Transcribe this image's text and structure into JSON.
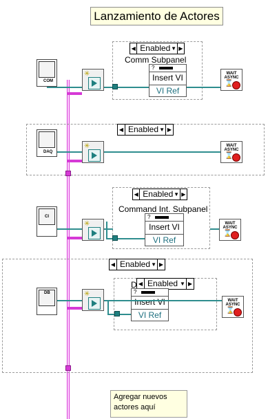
{
  "diagram": {
    "title": "Lanzamiento de Actores",
    "case_selector_value": "Enabled",
    "invoke_node": {
      "method": "Insert VI",
      "ref": "VI Ref"
    },
    "wait_async_label": "WAIT ASYNC",
    "actors": [
      {
        "icon_label": "COM",
        "subpanel_label": "Comm Subpanel"
      },
      {
        "icon_label": "DAQ"
      },
      {
        "icon_label": "CI",
        "subpanel_label": "Command Int. Subpanel"
      },
      {
        "icon_label": "DB",
        "subpanel_label": "D"
      }
    ],
    "note": "Agregar nuevos actores aquí"
  },
  "colors": {
    "error_wire": "#d63ad6",
    "ref_wire": "#2e8d8e",
    "comment_bg": "#ffffe1",
    "stop": "#e02020"
  }
}
